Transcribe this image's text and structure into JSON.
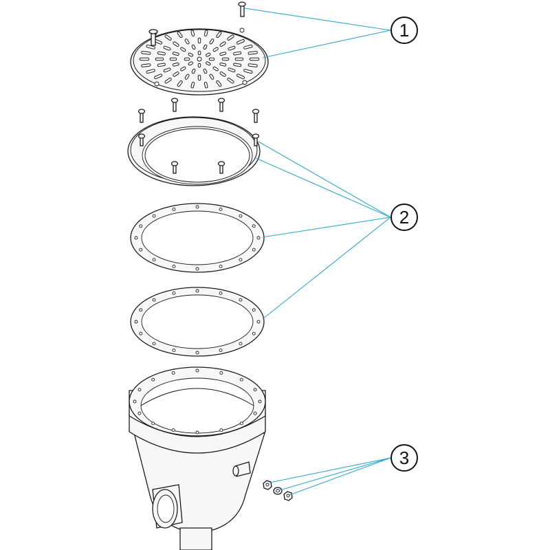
{
  "callouts": [
    {
      "number": "1"
    },
    {
      "number": "2"
    },
    {
      "number": "3"
    }
  ],
  "colors": {
    "leader": "#2aa7c9",
    "outline": "#1a1a1a",
    "fill": "#f7f7f7"
  }
}
